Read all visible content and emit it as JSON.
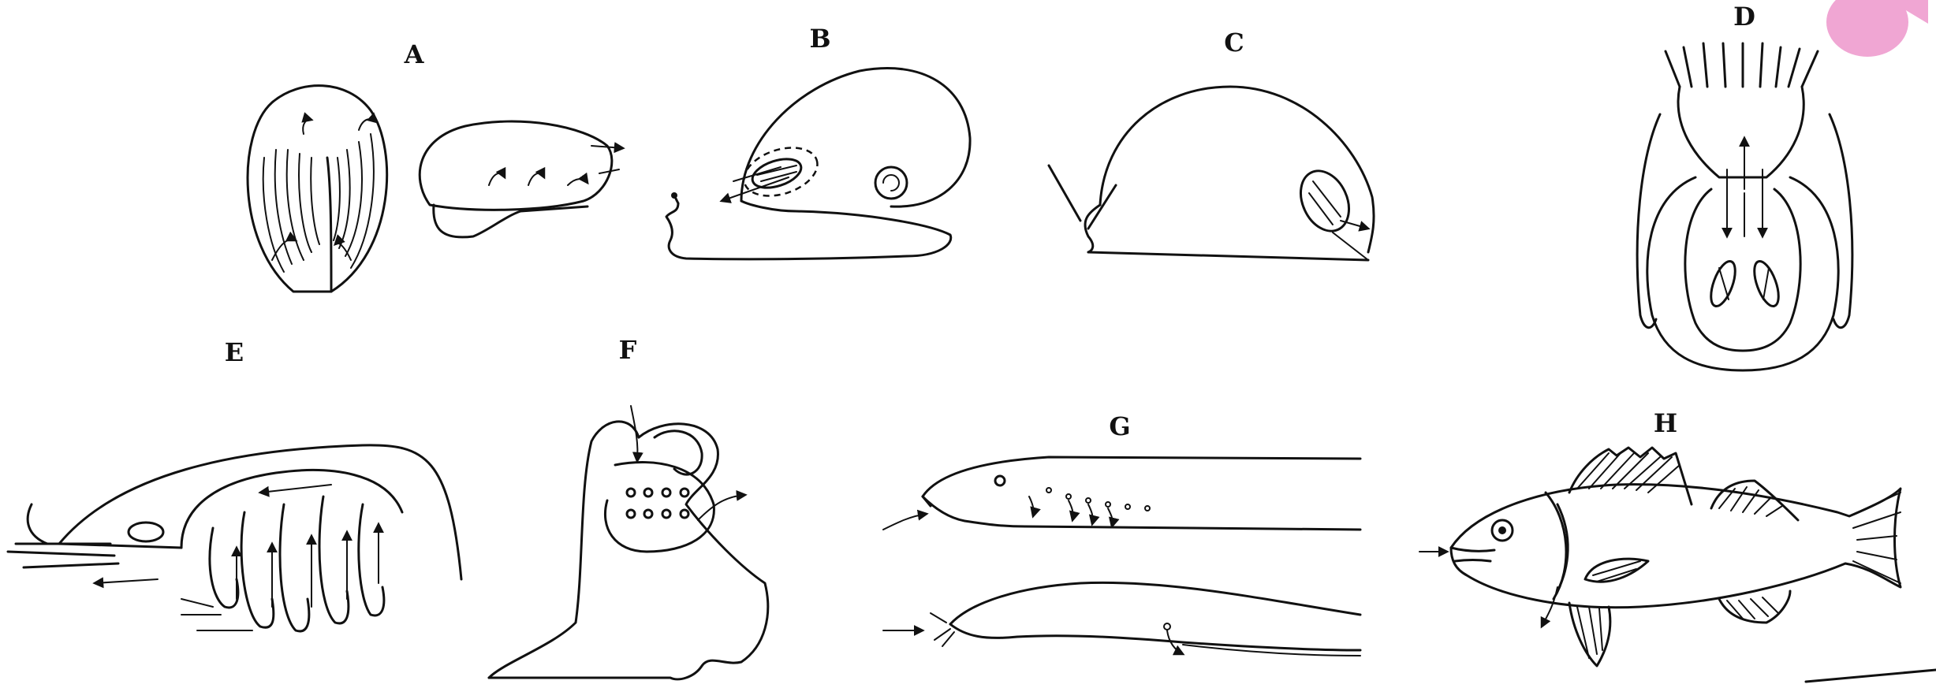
{
  "panels": {
    "A": {
      "label": "A"
    },
    "B": {
      "label": "B"
    },
    "C": {
      "label": "C"
    },
    "D": {
      "label": "D"
    },
    "E": {
      "label": "E"
    },
    "F": {
      "label": "F"
    },
    "G": {
      "label": "G"
    },
    "H": {
      "label": "H"
    }
  },
  "colors": {
    "line": "#111111",
    "corner_mark": "#f0a6d3",
    "background": "#ffffff"
  }
}
